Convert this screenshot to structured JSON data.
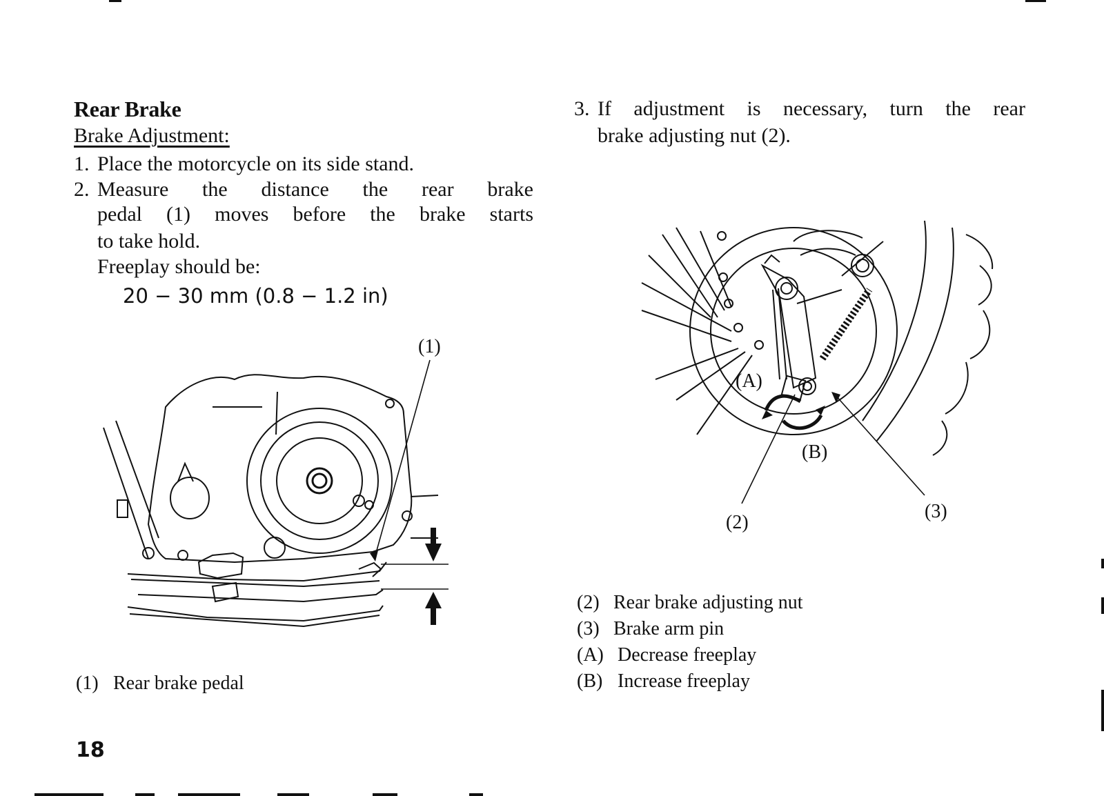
{
  "section_title": "Rear Brake",
  "subtitle": "Brake Adjustment:",
  "steps": [
    {
      "num": "1.",
      "lines": [
        "Place the motorcycle on its side stand."
      ]
    },
    {
      "num": "2.",
      "lines": [
        "Measure the distance the rear brake",
        "pedal (1) moves before the brake starts",
        "to take hold.",
        "Freeplay should be:"
      ]
    },
    {
      "num": "3.",
      "lines": [
        "If adjustment is necessary, turn the rear",
        "brake adjusting nut (2)."
      ]
    }
  ],
  "spec_value": "20 − 30 mm (0.8 − 1.2 in)",
  "figure1": {
    "callouts": {
      "c1": "(1)"
    },
    "captions": [
      {
        "key": "(1)",
        "text": "Rear brake pedal"
      }
    ]
  },
  "figure2": {
    "callouts": {
      "a": "(A)",
      "b": "(B)",
      "c2": "(2)",
      "c3": "(3)"
    },
    "captions": [
      {
        "key": "(2)",
        "text": "Rear brake adjusting nut"
      },
      {
        "key": "(3)",
        "text": "Brake arm pin"
      },
      {
        "key": "(A)",
        "text": "Decrease freeplay"
      },
      {
        "key": "(B)",
        "text": "Increase freeplay"
      }
    ]
  },
  "page_number": "18"
}
